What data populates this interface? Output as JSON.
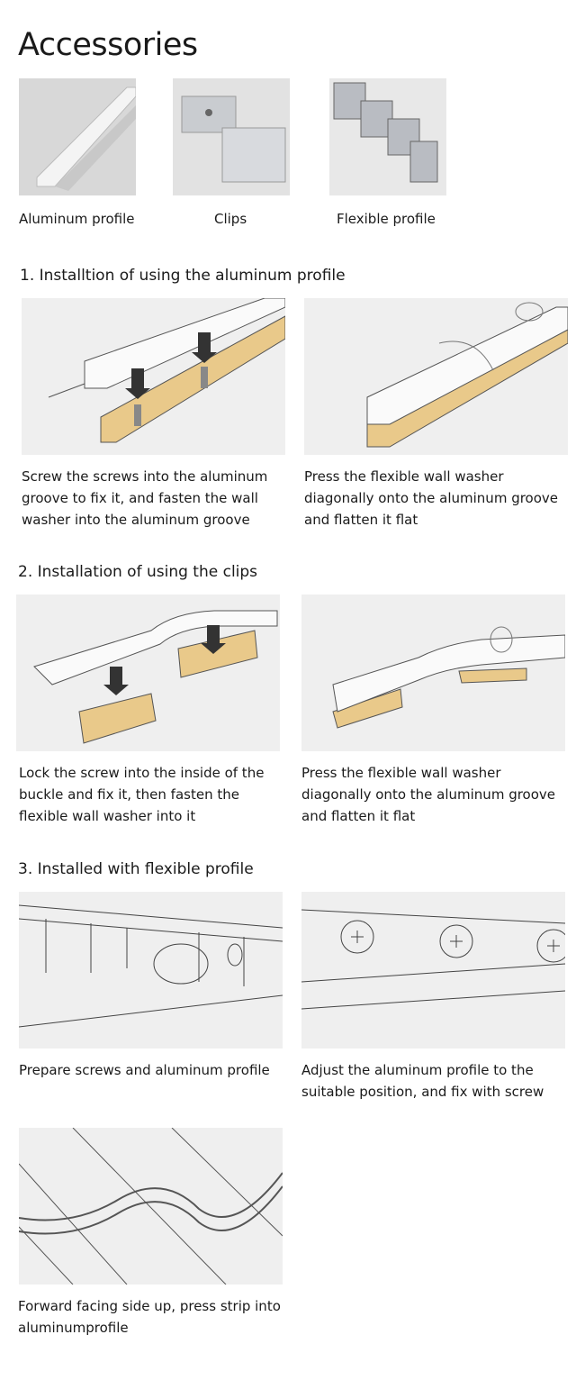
{
  "title": "Accessories",
  "accessories": [
    {
      "label": "Aluminum profile"
    },
    {
      "label": "Clips"
    },
    {
      "label": "Flexible profile"
    }
  ],
  "sections": [
    {
      "heading": "1. Installtion of using the aluminum profile",
      "steps": [
        {
          "caption": "Screw the screws into the aluminum groove to fix it, and fasten the wall washer into the aluminum groove"
        },
        {
          "caption": "Press the flexible wall washer diagonally onto the aluminum groove and flatten it flat"
        }
      ]
    },
    {
      "heading": "2. Installation of using the clips",
      "steps": [
        {
          "caption": "Lock the screw into the inside of the buckle and fix it, then fasten the flexible wall washer into it"
        },
        {
          "caption": "Press the flexible wall washer diagonally onto the aluminum groove and flatten it flat"
        }
      ]
    },
    {
      "heading": "3. Installed with flexible profile",
      "steps": [
        {
          "caption": "Prepare screws and aluminum profile"
        },
        {
          "caption": "Adjust the aluminum profile to the suitable position, and fix with screw"
        },
        {
          "caption": "Forward facing side up, press strip into aluminumprofile"
        }
      ]
    }
  ],
  "colors": {
    "rail": "#e9c98a",
    "image_bg": "#efefef"
  }
}
